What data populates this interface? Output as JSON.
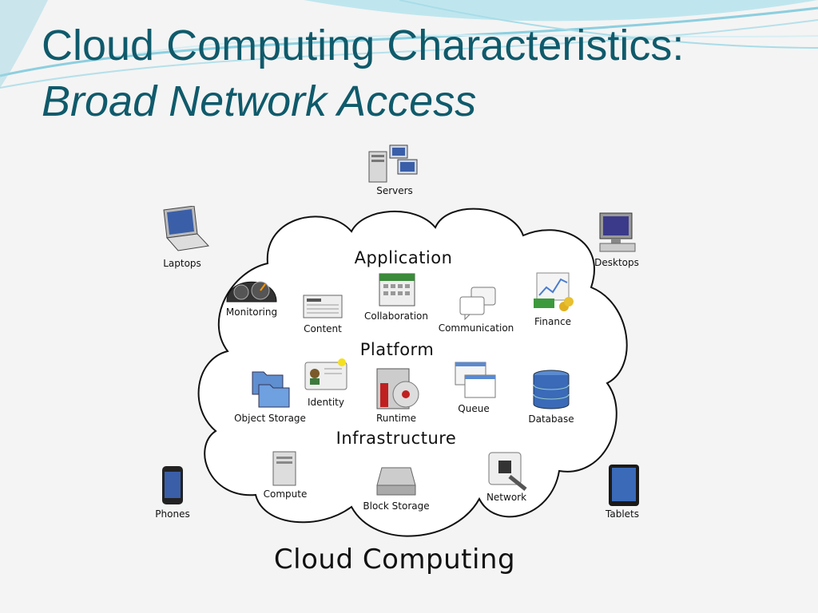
{
  "slide": {
    "title_line1": "Cloud Computing Characteristics:",
    "title_line2": "Broad Network Access"
  },
  "diagram": {
    "cloud_label": "Cloud Computing",
    "devices": {
      "servers": "Servers",
      "laptops": "Laptops",
      "desktops": "Desktops",
      "phones": "Phones",
      "tablets": "Tablets"
    },
    "sections": {
      "application": "Application",
      "platform": "Platform",
      "infrastructure": "Infrastructure"
    },
    "application_items": {
      "monitoring": "Monitoring",
      "content": "Content",
      "collaboration": "Collaboration",
      "communication": "Communication",
      "finance": "Finance"
    },
    "platform_items": {
      "object_storage": "Object Storage",
      "identity": "Identity",
      "runtime": "Runtime",
      "queue": "Queue",
      "database": "Database"
    },
    "infrastructure_items": {
      "compute": "Compute",
      "block_storage": "Block Storage",
      "network": "Network"
    }
  },
  "colors": {
    "title": "#0f5a6b",
    "accent_teal": "#4aa8c0"
  }
}
